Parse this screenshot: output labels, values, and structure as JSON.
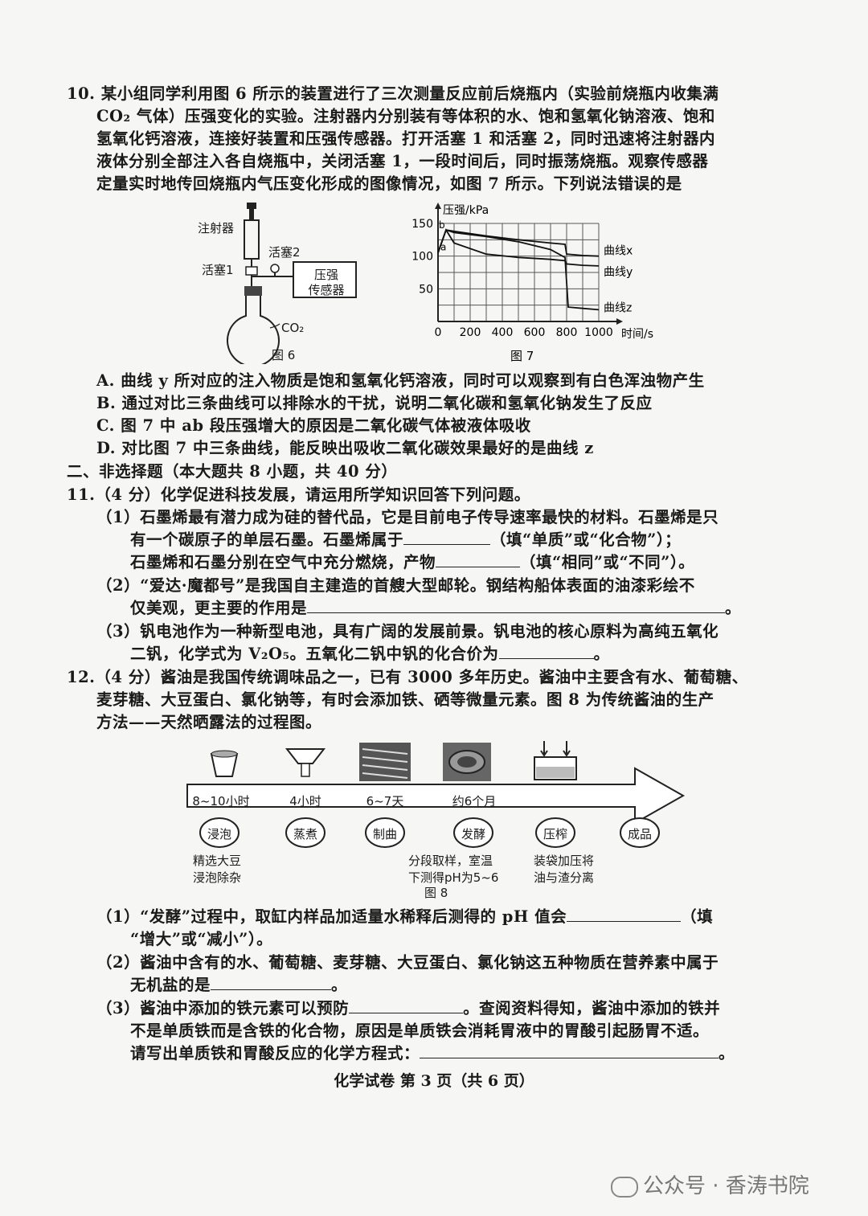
{
  "q10": {
    "lines": [
      "10. 某小组同学利用图 6 所示的装置进行了三次测量反应前后烧瓶内（实验前烧瓶内收集满",
      "CO₂ 气体）压强变化的实验。注射器内分别装有等体积的水、饱和氢氧化钠溶液、饱和",
      "氢氧化钙溶液，连接好装置和压强传感器。打开活塞 1 和活塞 2，同时迅速将注射器内",
      "液体分别全部注入各自烧瓶中，关闭活塞 1，一段时间后，同时振荡烧瓶。观察传感器",
      "定量实时地传回烧瓶内气压变化形成的图像情况，如图 7 所示。下列说法错误的是"
    ],
    "fig6": {
      "syringe": "注射器",
      "valve2": "活塞2",
      "valve1": "活塞1",
      "sensor_line1": "压强",
      "sensor_line2": "传感器",
      "gas": "CO₂",
      "caption": "图 6"
    },
    "options": [
      "A. 曲线 y 所对应的注入物质是饱和氢氧化钙溶液，同时可以观察到有白色浑浊物产生",
      "B. 通过对比三条曲线可以排除水的干扰，说明二氧化碳和氢氧化钠发生了反应",
      "C. 图 7 中 ab 段压强增大的原因是二氧化碳气体被液体吸收",
      "D. 对比图 7 中三条曲线，能反映出吸收二氧化碳效果最好的是曲线 z"
    ]
  },
  "chart_data": {
    "type": "line",
    "title": "",
    "ylabel": "压强/kPa",
    "xlabel": "时间/s",
    "xlim": [
      0,
      1000
    ],
    "ylim": [
      0,
      150
    ],
    "x_ticks": [
      "0",
      "200",
      "400",
      "600",
      "800",
      "1000"
    ],
    "y_ticks": [
      "50",
      "100",
      "150"
    ],
    "point_labels": [
      "a",
      "b"
    ],
    "caption": "图 7",
    "series": [
      {
        "name": "曲线x",
        "x": [
          0,
          50,
          100,
          300,
          500,
          700,
          790,
          800,
          900,
          1000
        ],
        "y": [
          105,
          140,
          138,
          131,
          125,
          120,
          118,
          103,
          101,
          100
        ]
      },
      {
        "name": "曲线y",
        "x": [
          0,
          50,
          100,
          300,
          500,
          700,
          790,
          800,
          900,
          1000
        ],
        "y": [
          105,
          140,
          120,
          103,
          98,
          95,
          93,
          88,
          86,
          85
        ]
      },
      {
        "name": "曲线z",
        "x": [
          0,
          50,
          100,
          300,
          500,
          700,
          790,
          810,
          900,
          1000
        ],
        "y": [
          105,
          140,
          136,
          130,
          122,
          110,
          98,
          22,
          20,
          18
        ]
      }
    ]
  },
  "section2": "二、非选择题（本大题共 8 小题，共 40 分）",
  "q11": {
    "head": "11.（4 分）化学促进科技发展，请运用所学知识回答下列问题。",
    "p1_l1": "（1）石墨烯最有潜力成为硅的替代品，它是目前电子传导速率最快的材料。石墨烯是只",
    "p1_l2a": "有一个碳原子的单层石墨。石墨烯属于",
    "p1_l2b": "（填“单质”或“化合物”）；",
    "p1_l3a": "石墨烯和石墨分别在空气中充分燃烧，产物",
    "p1_l3b": "（填“相同”或“不同”）。",
    "p2_l1": "（2）“爱达·魔都号”是我国自主建造的首艘大型邮轮。钢结构船体表面的油漆彩绘不",
    "p2_l2a": "仅美观，更主要的作用是",
    "p2_l2b": "。",
    "p3_l1": "（3）钒电池作为一种新型电池，具有广阔的发展前景。钒电池的核心原料为高纯五氧化",
    "p3_l2a": "二钒，化学式为 V₂O₅。五氧化二钒中钒的化合价为",
    "p3_l2b": "。"
  },
  "q12": {
    "l1": "12.（4 分）酱油是我国传统调味品之一，已有 3000 多年历史。酱油中主要含有水、葡萄糖、",
    "l2": "麦芽糖、大豆蛋白、氯化钠等，有时会添加铁、硒等微量元素。图 8 为传统酱油的生产",
    "l3": "方法——天然晒露法的过程图。",
    "fig8": {
      "times": [
        "8~10小时",
        "4小时",
        "6~7天",
        "约6个月"
      ],
      "steps": [
        "浸泡",
        "蒸煮",
        "制曲",
        "发酵",
        "压榨",
        "成品"
      ],
      "note1_l1": "精选大豆",
      "note1_l2": "浸泡除杂",
      "note2_l1": "分段取样，室温",
      "note2_l2": "下测得pH为5~6",
      "note3_l1": "装袋加压将",
      "note3_l2": "油与渣分离",
      "caption": "图 8"
    },
    "p1_l1a": "（1）“发酵”过程中，取缸内样品加适量水稀释后测得的 pH 值会",
    "p1_l1b": "（填",
    "p1_l2": "“增大”或“减小”）。",
    "p2_l1": "（2）酱油中含有的水、葡萄糖、麦芽糖、大豆蛋白、氯化钠这五种物质在营养素中属于",
    "p2_l2a": "无机盐的是",
    "p2_l2b": "。",
    "p3_l1a": "（3）酱油中添加的铁元素可以预防",
    "p3_l1b": "。查阅资料得知，酱油中添加的铁并",
    "p3_l2": "不是单质铁而是含铁的化合物，原因是单质铁会消耗胃液中的胃酸引起肠胃不适。",
    "p3_l3a": "请写出单质铁和胃酸反应的化学方程式：",
    "p3_l3b": "。"
  },
  "footer": "化学试卷  第 3 页（共 6 页）",
  "watermark": "公众号 · 香涛书院"
}
